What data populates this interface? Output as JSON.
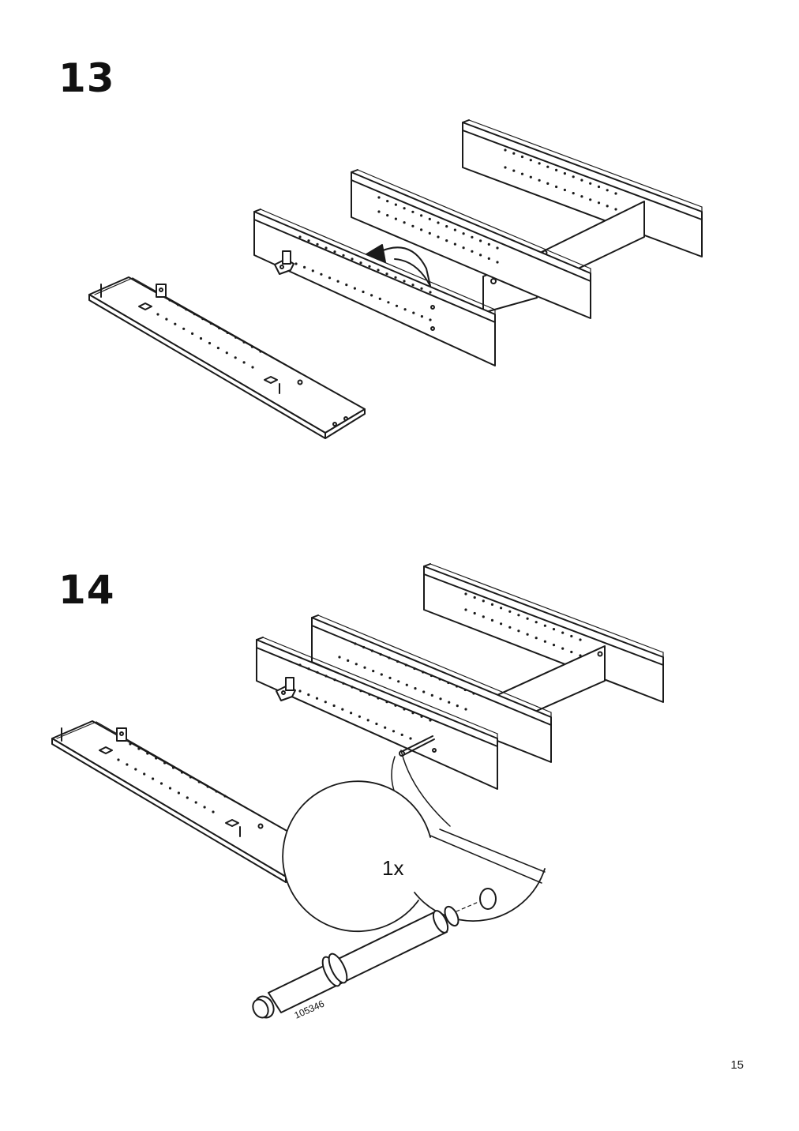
{
  "page": {
    "number": "15"
  },
  "steps": [
    {
      "number": "13"
    },
    {
      "number": "14",
      "callout": {
        "quantity": "1x",
        "part_number": "105346"
      }
    }
  ],
  "colors": {
    "line": "#1a1a1a",
    "background": "#ffffff"
  }
}
